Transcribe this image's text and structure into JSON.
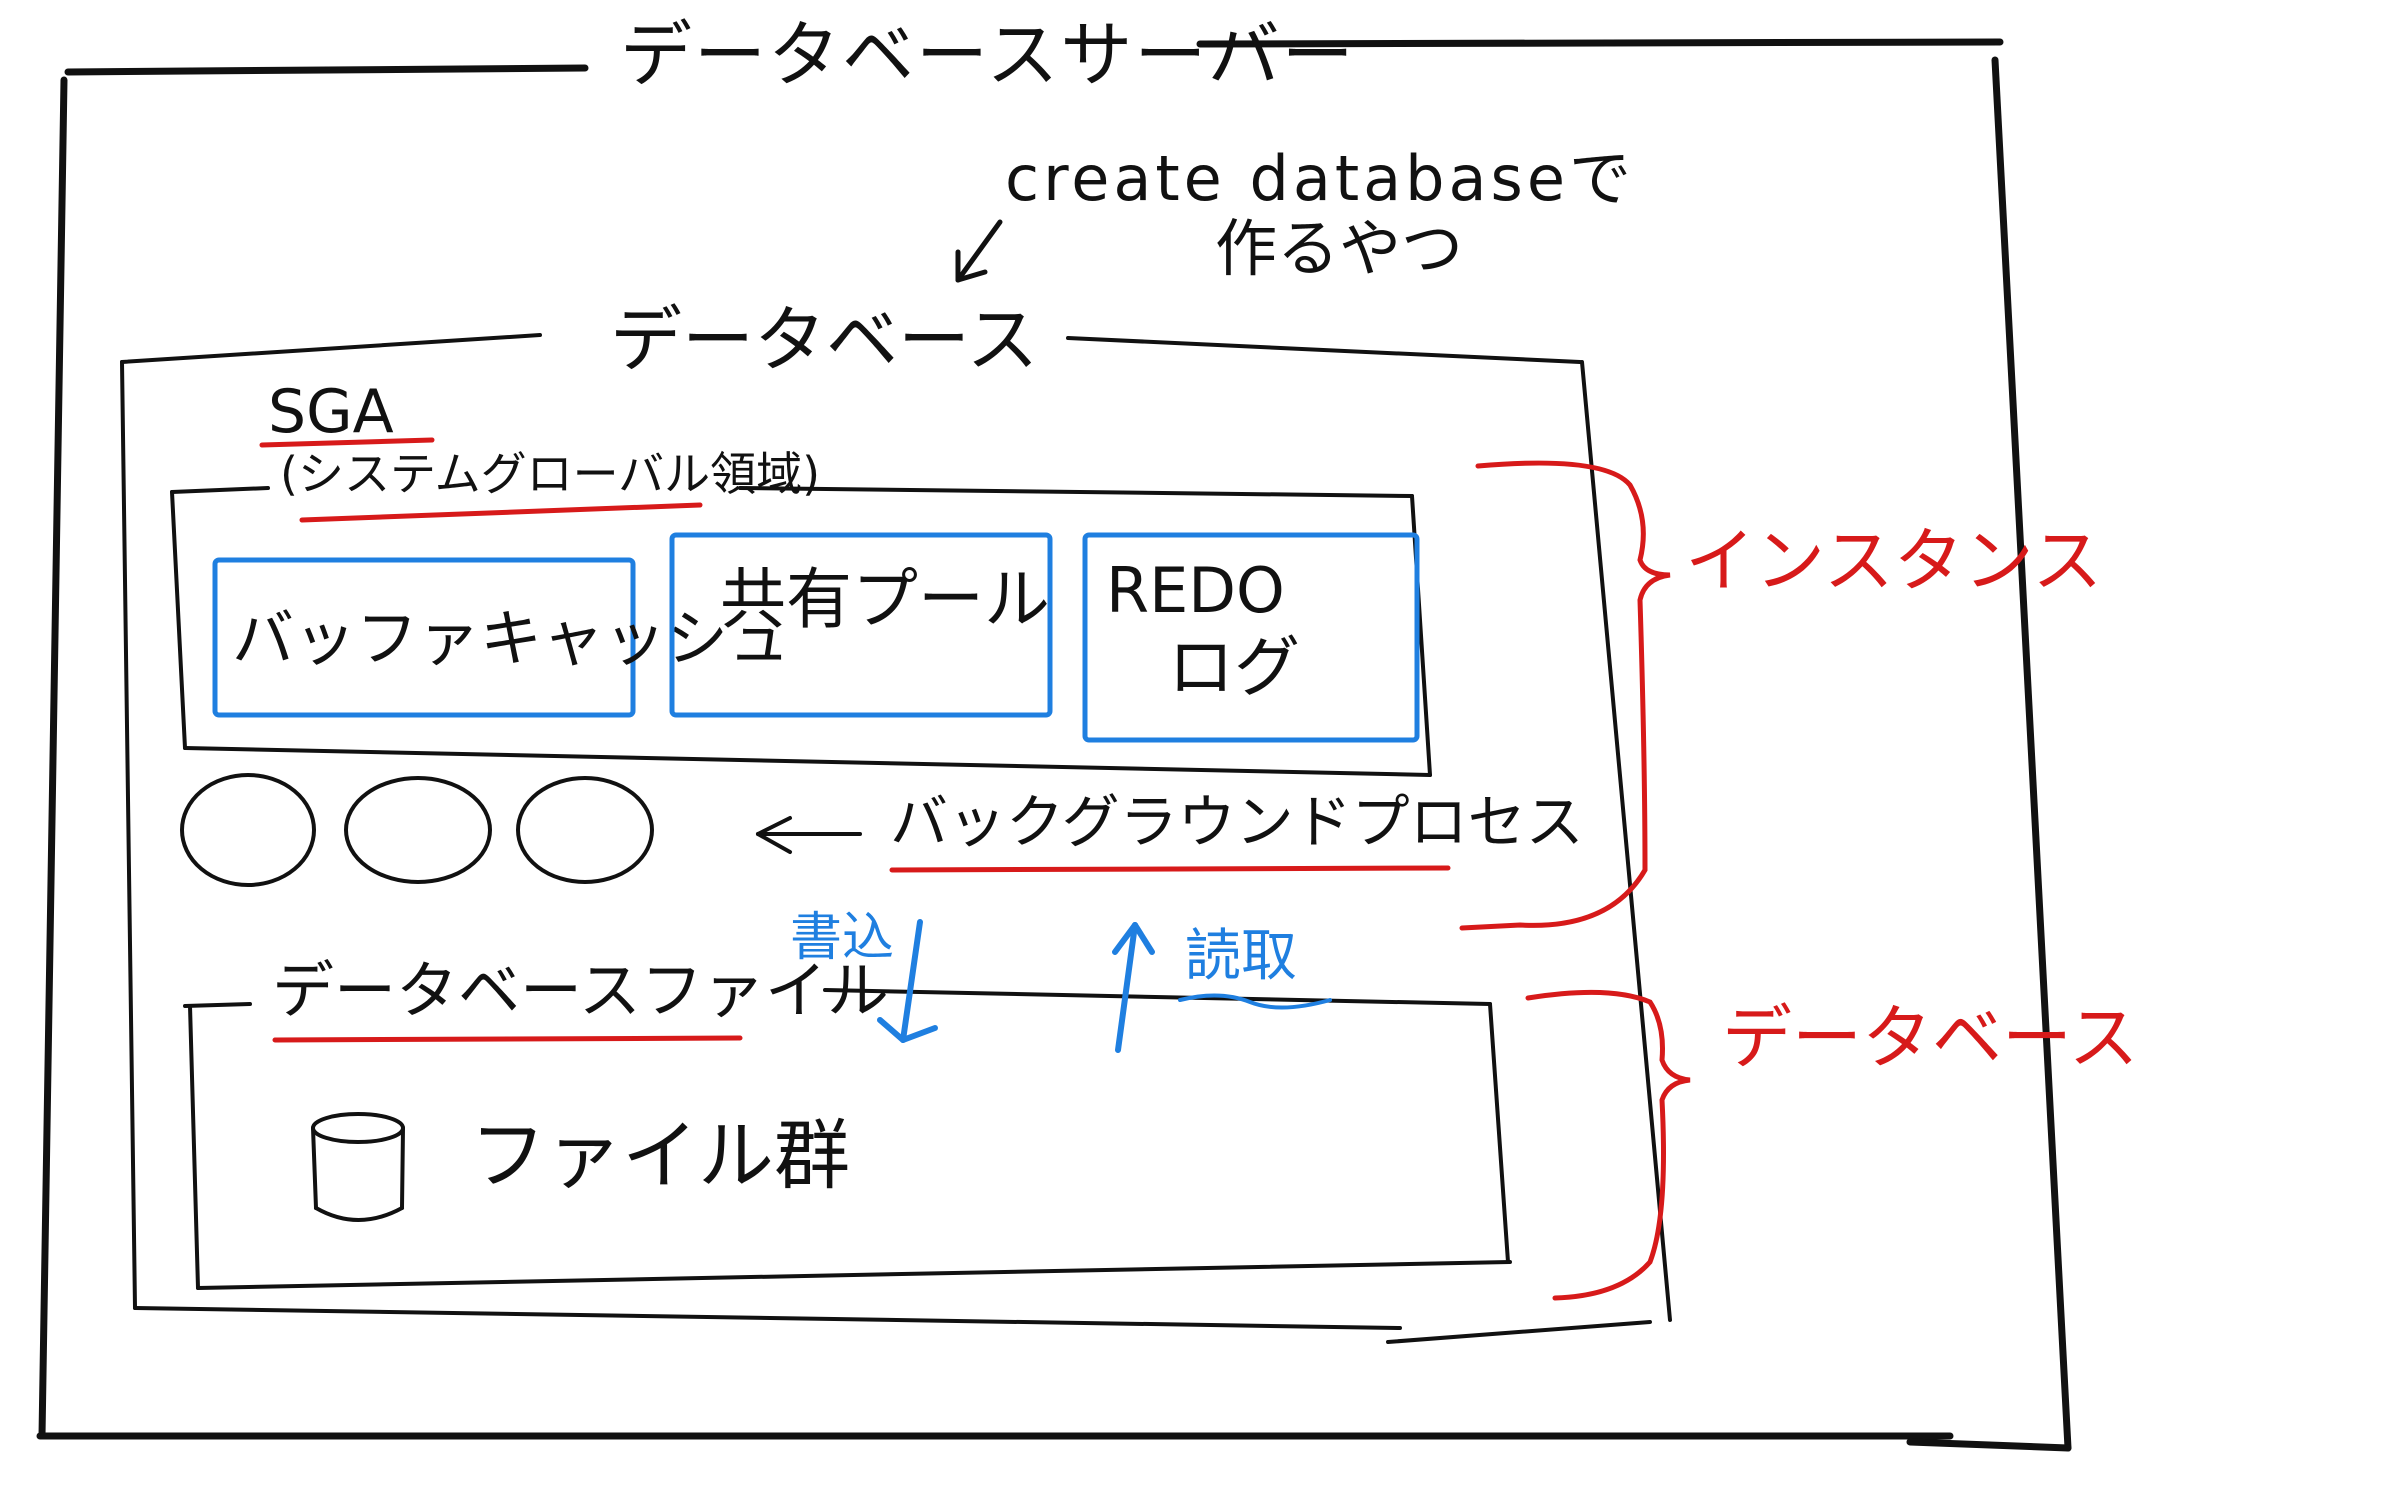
{
  "colors": {
    "ink": "#111111",
    "red": "#d71a1a",
    "blue": "#1f7fe0",
    "background": "#ffffff"
  },
  "labels": {
    "server_title": "データベースサーバー",
    "create_note_line1": "create databaseで",
    "create_note_line2": "作るやつ",
    "database_title": "データベース",
    "sga": "SGA",
    "sga_full": "(システムグローバル領域)",
    "buffer_cache": "バッファキャッシュ",
    "shared_pool": "共有プール",
    "redo_line1": "REDO",
    "redo_line2": "ログ",
    "background_process": "バックグラウンドプロセス",
    "db_files": "データベースファイル",
    "write": "書込",
    "read": "読取",
    "file_group": "ファイル群",
    "instance_brace": "インスタンス",
    "database_brace": "データベース"
  }
}
